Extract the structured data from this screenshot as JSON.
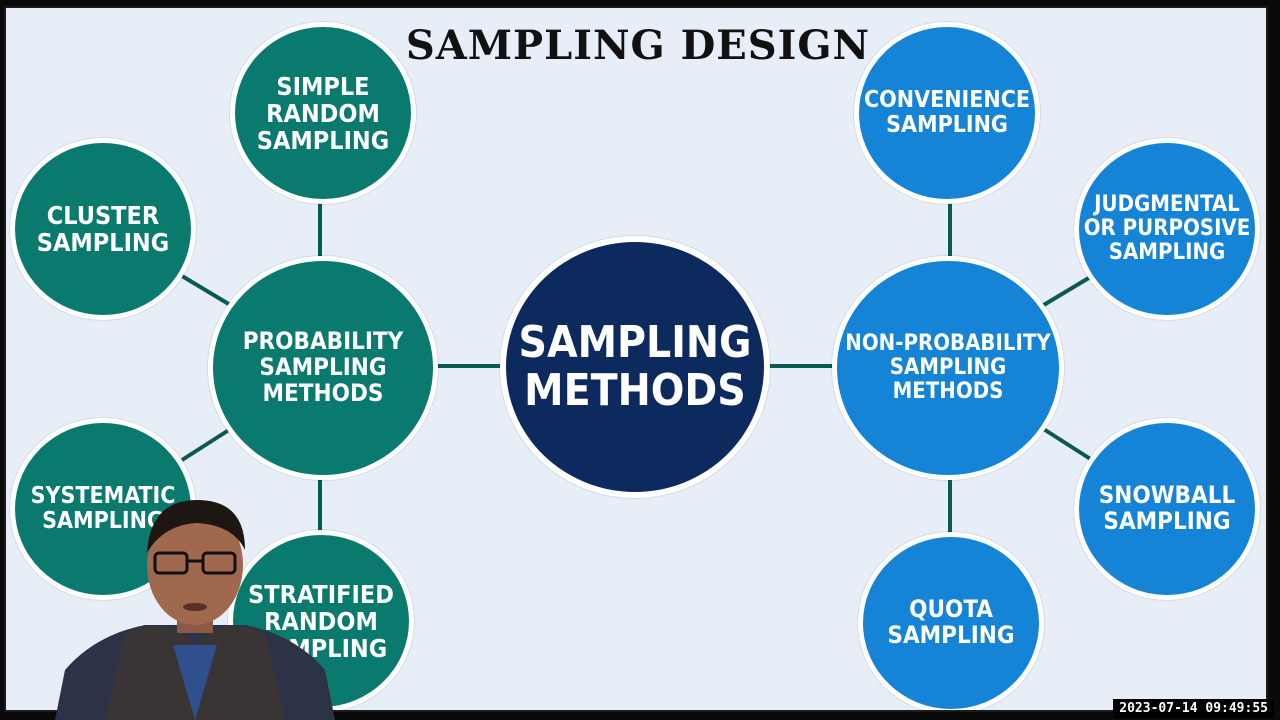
{
  "title": "SAMPLING DESIGN",
  "center": {
    "label": "SAMPLING\nMETHODS"
  },
  "probability": {
    "hub": "PROBABILITY\nSAMPLING\nMETHODS",
    "items": [
      {
        "key": "simple-random",
        "label": "SIMPLE\nRANDOM\nSAMPLING"
      },
      {
        "key": "cluster",
        "label": "CLUSTER\nSAMPLING"
      },
      {
        "key": "systematic",
        "label": "SYSTEMATIC\nSAMPLING"
      },
      {
        "key": "stratified-random",
        "label": "STRATIFIED\nRANDOM\nSAMPLING"
      }
    ]
  },
  "non_probability": {
    "hub": "NON-PROBABILITY\nSAMPLING\nMETHODS",
    "items": [
      {
        "key": "convenience",
        "label": "CONVENIENCE\nSAMPLING"
      },
      {
        "key": "judgmental",
        "label": "JUDGMENTAL\nOR PURPOSIVE\nSAMPLING"
      },
      {
        "key": "snowball",
        "label": "SNOWBALL\nSAMPLING"
      },
      {
        "key": "quota",
        "label": "QUOTA\nSAMPLING"
      }
    ]
  },
  "timestamp": "2023-07-14 09:49:55",
  "colors": {
    "probability": "#0b7a6e",
    "non_probability": "#1583d6",
    "center": "#0d2a5e",
    "connector": "#0b5a52"
  }
}
